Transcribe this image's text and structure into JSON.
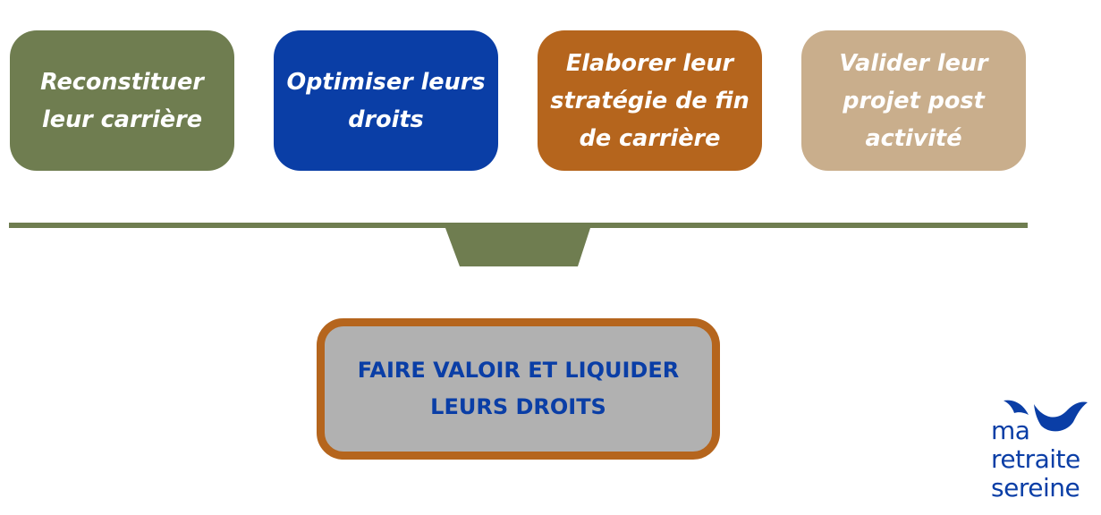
{
  "steps": [
    {
      "lines": [
        "Reconstituer",
        "leur carrière"
      ],
      "color": "#6f7d50"
    },
    {
      "lines": [
        "Optimiser leurs",
        "droits"
      ],
      "color": "#0a3ea6"
    },
    {
      "lines": [
        "Elaborer leur",
        "stratégie de fin",
        "de carrière"
      ],
      "color": "#b5651d"
    },
    {
      "lines": [
        "Valider leur",
        "projet post",
        "activité"
      ],
      "color": "#c9ae8c"
    }
  ],
  "result": {
    "lines": [
      "FAIRE VALOIR ET LIQUIDER",
      "LEURS DROITS"
    ]
  },
  "logo": {
    "lines": [
      "ma",
      "retraite",
      "sereine"
    ],
    "color": "#0a3ea6"
  },
  "colors": {
    "divider": "#6f7d50",
    "funnel": "#6f7d50",
    "result_border": "#b5651d",
    "result_fill": "#b1b1b1",
    "result_text": "#0a3ea6"
  }
}
